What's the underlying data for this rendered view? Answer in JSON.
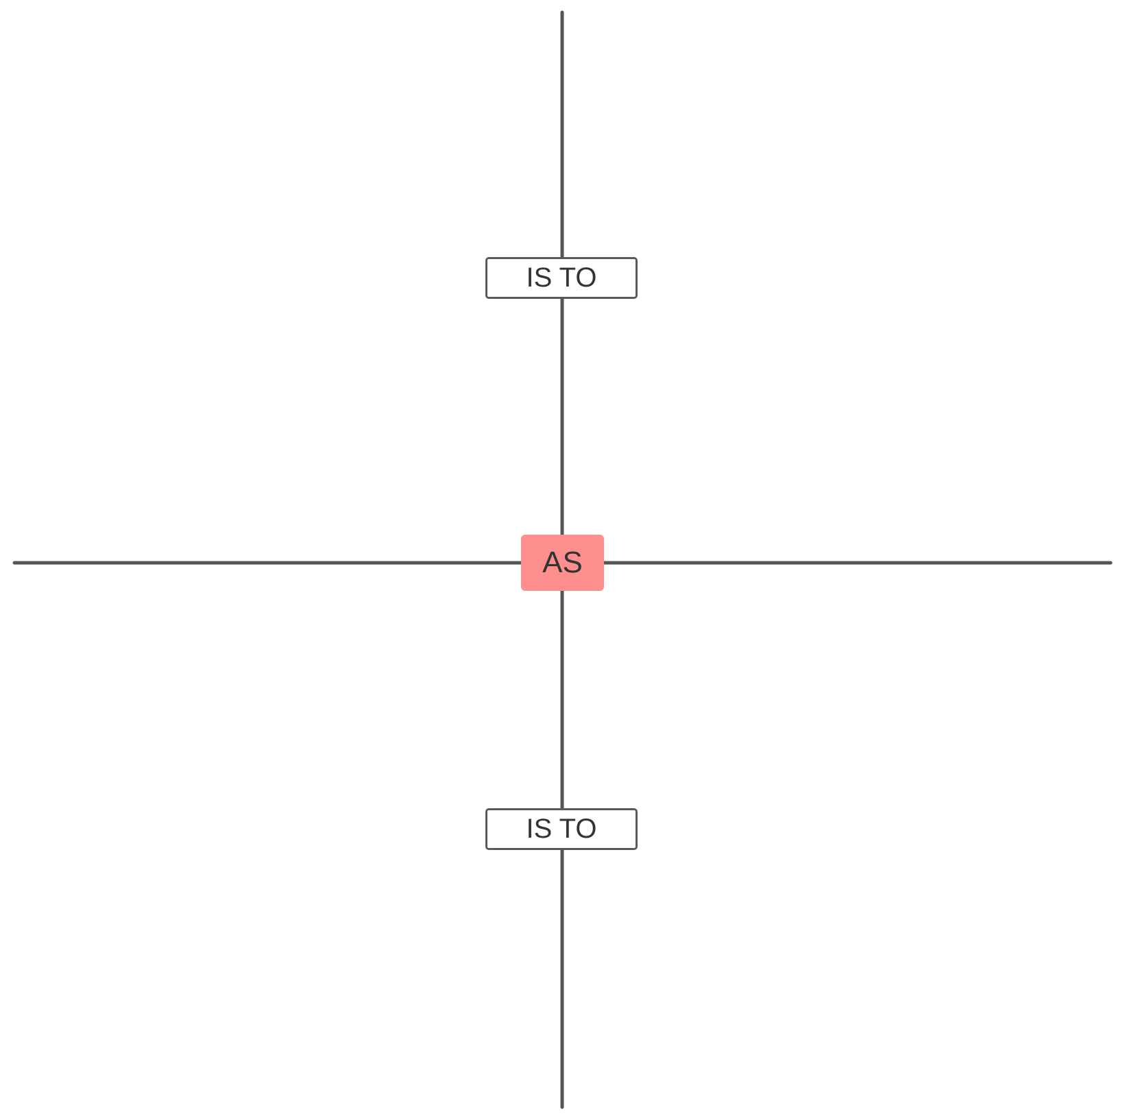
{
  "diagram": {
    "top_connector": "IS TO",
    "center_connector": "AS",
    "bottom_connector": "IS TO"
  },
  "colors": {
    "line": "#555555",
    "center_fill": "#ff8f8f",
    "box_border": "#5a5a5a",
    "text": "#333333"
  }
}
